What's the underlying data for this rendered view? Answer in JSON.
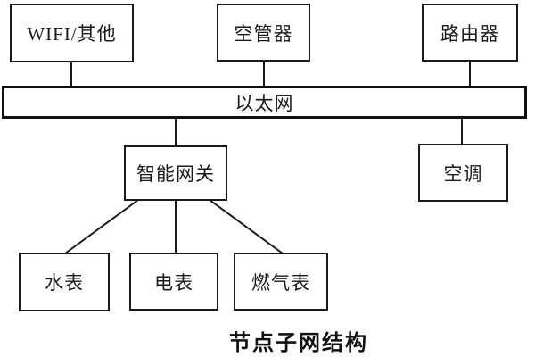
{
  "diagram": {
    "caption": "节点子网结构",
    "bus": {
      "label": "以太网"
    },
    "nodes": {
      "wifi": {
        "label": "WIFI/其他"
      },
      "air_mgr": {
        "label": "空管器"
      },
      "router": {
        "label": "路由器"
      },
      "gateway": {
        "label": "智能网关"
      },
      "aircon": {
        "label": "空调"
      },
      "water": {
        "label": "水表"
      },
      "electric": {
        "label": "电表"
      },
      "gas": {
        "label": "燃气表"
      }
    },
    "edges": [
      {
        "from": "WIFI/其他",
        "to": "以太网"
      },
      {
        "from": "空管器",
        "to": "以太网"
      },
      {
        "from": "路由器",
        "to": "以太网"
      },
      {
        "from": "以太网",
        "to": "智能网关"
      },
      {
        "from": "以太网",
        "to": "空调"
      },
      {
        "from": "智能网关",
        "to": "水表"
      },
      {
        "from": "智能网关",
        "to": "电表"
      },
      {
        "from": "智能网关",
        "to": "燃气表"
      }
    ],
    "colors": {
      "line": "#1a1a1a",
      "background": "#ffffff",
      "text": "#1a1a1a"
    }
  }
}
